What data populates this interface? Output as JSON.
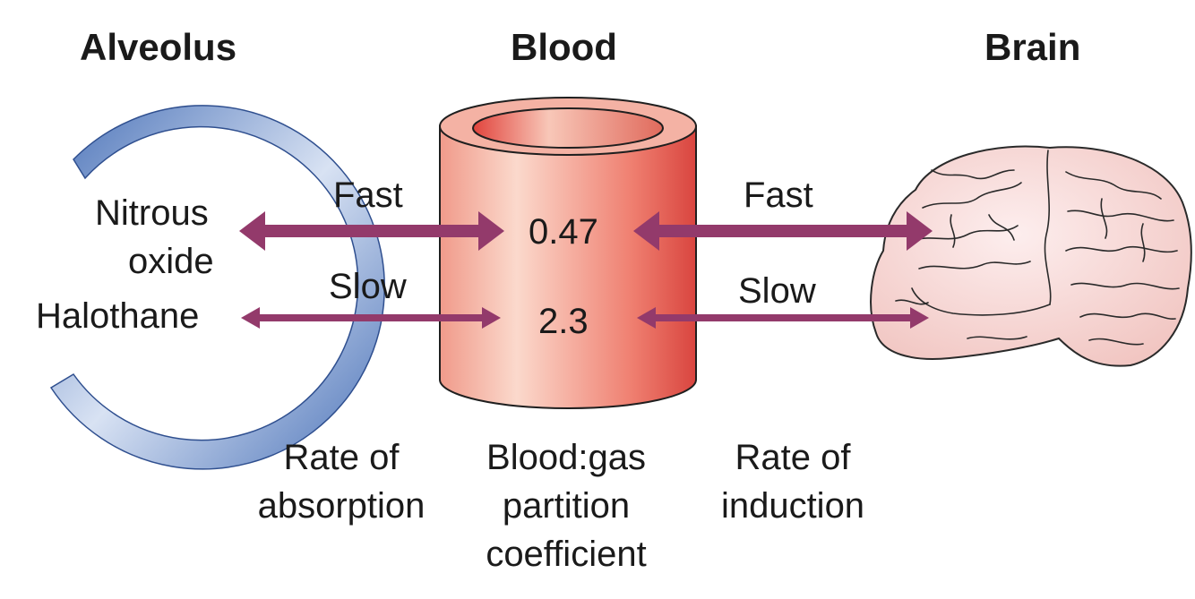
{
  "headings": {
    "alveolus": "Alveolus",
    "blood": "Blood",
    "brain": "Brain"
  },
  "agents": {
    "nitrous_oxide": [
      "Nitrous",
      "oxide"
    ],
    "halothane": "Halothane"
  },
  "absorption_rates": {
    "fast": "Fast",
    "slow": "Slow"
  },
  "induction_rates": {
    "fast": "Fast",
    "slow": "Slow"
  },
  "coefficients": {
    "nitrous_oxide": "0.47",
    "halothane": "2.3"
  },
  "captions": {
    "absorption": [
      "Rate of",
      "absorption"
    ],
    "partition": [
      "Blood:gas",
      "partition",
      "coefficient"
    ],
    "induction": [
      "Rate of",
      "induction"
    ]
  },
  "colors": {
    "arrow": "#933a6b",
    "alveolus_dark": "#4a72b8",
    "alveolus_light": "#d8e2f3",
    "vessel_dark": "#d9453f",
    "vessel_light": "#fbd9cc",
    "brain_fill": "#f8dcd8",
    "brain_line": "#2a2a2a"
  }
}
